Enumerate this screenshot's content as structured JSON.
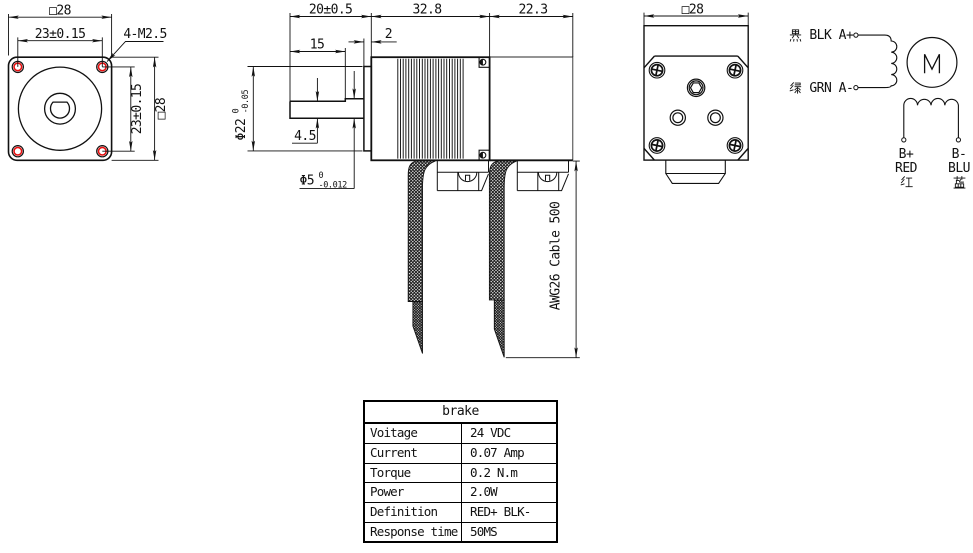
{
  "front_view": {
    "dim_width_top": "□28",
    "dim_hole_spacing_h": "23±0.15",
    "hole_callout": "4-M2.5",
    "dim_hole_spacing_v": "23±0.15",
    "dim_height_right": "□28"
  },
  "side_view": {
    "dim_shaft_length": "20±0.5",
    "dim_body_length": "32.8",
    "dim_brake_length": "22.3",
    "dim_flat_length": "15",
    "dim_pilot_depth": "2",
    "dim_flat_height": "4.5",
    "dim_pilot_diameter": {
      "main": "Φ22",
      "tol_top": "0",
      "tol_bottom": "-0.05"
    },
    "dim_shaft_diameter": {
      "main": "Φ5",
      "tol_top": "0",
      "tol_bottom": "-0.012"
    },
    "cable_label": "AWG26 Cable 500"
  },
  "back_view": {
    "dim_width_top": "□28"
  },
  "wiring": {
    "phase_a_plus": "黑 BLK A+",
    "phase_a_minus": "绿 GRN A-",
    "motor_symbol": "M",
    "b_plus": {
      "line1": "B+",
      "line2": "RED",
      "line3": "红"
    },
    "b_minus": {
      "line1": "B-",
      "line2": "BLU",
      "line3": "蓝"
    }
  },
  "table": {
    "title": "brake",
    "rows": [
      {
        "label": "Voitage",
        "value": "24 VDC"
      },
      {
        "label": "Current",
        "value": "0.07 Amp"
      },
      {
        "label": "Torque",
        "value": "0.2 N.m"
      },
      {
        "label": "Power",
        "value": "2.0W"
      },
      {
        "label": "Definition",
        "value": "RED+ BLK-"
      },
      {
        "label": "Response time",
        "value": "50MS"
      }
    ]
  },
  "colors": {
    "line": "#111111",
    "thread_red": "#e81010",
    "background": "#ffffff"
  }
}
